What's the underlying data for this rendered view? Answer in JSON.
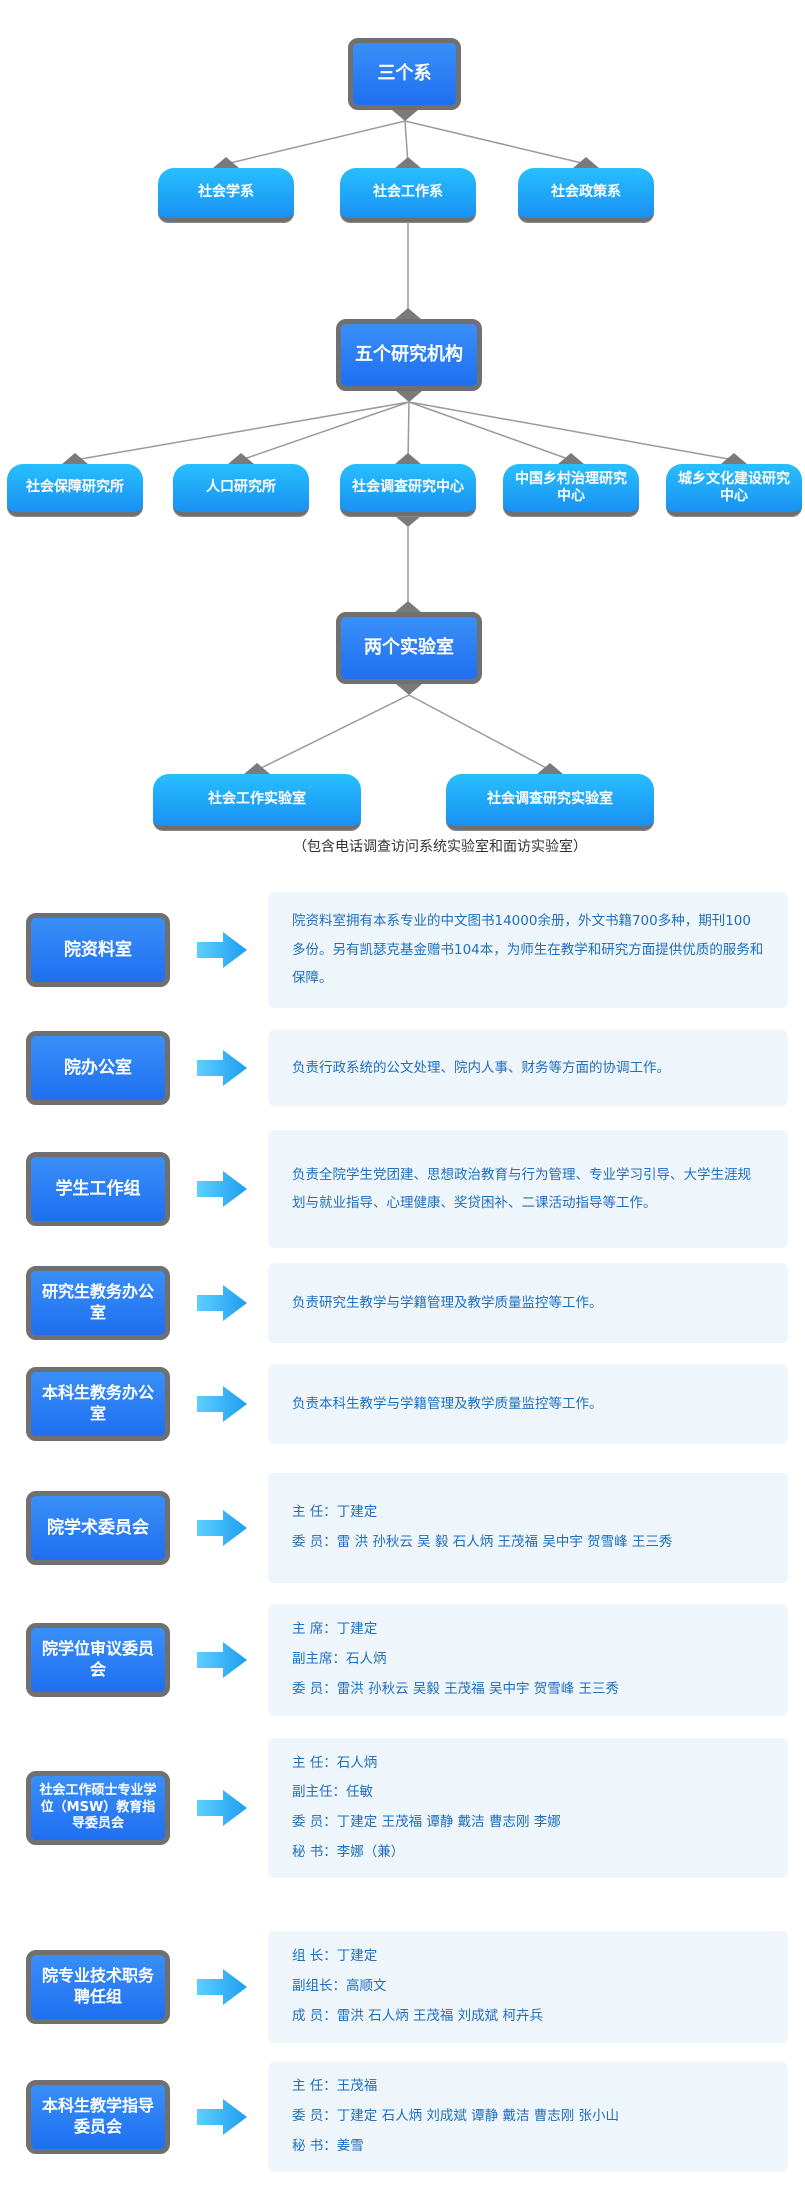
{
  "tree": {
    "level1": {
      "root": "三个系",
      "children": [
        "社会学系",
        "社会工作系",
        "社会政策系"
      ]
    },
    "level2": {
      "root": "五个研究机构",
      "children": [
        "社会保障研究所",
        "人口研究所",
        "社会调查研究中心",
        "中国乡村治理研究中心",
        "城乡文化建设研究中心"
      ]
    },
    "level3": {
      "root": "两个实验室",
      "children": [
        "社会工作实验室",
        "社会调查研究实验室"
      ],
      "note": "（包含电话调查访问系统实验室和面访实验室）"
    }
  },
  "units": [
    {
      "name": "院资料室",
      "lines": [
        "院资料室拥有本系专业的中文图书14000余册，外文书籍700多种，期刊100多份。另有凯瑟克基金赠书104本，为师生在教学和研究方面提供优质的服务和保障。"
      ]
    },
    {
      "name": "院办公室",
      "lines": [
        "负责行政系统的公文处理、院内人事、财务等方面的协调工作。"
      ]
    },
    {
      "name": "学生工作组",
      "lines": [
        "负责全院学生党团建、思想政治教育与行为管理、专业学习引导、大学生涯规划与就业指导、心理健康、奖贷困补、二课活动指导等工作。"
      ]
    },
    {
      "name": "研究生教务办公室",
      "lines": [
        "负责研究生教学与学籍管理及教学质量监控等工作。"
      ]
    },
    {
      "name": "本科生教务办公室",
      "lines": [
        "负责本科生教学与学籍管理及教学质量监控等工作。"
      ]
    },
    {
      "name": "院学术委员会",
      "lines": [
        "主  任：丁建定",
        "委  员：雷  洪   孙秋云   吴  毅   石人炳   王茂福   吴中宇   贺雪峰   王三秀"
      ]
    },
    {
      "name": "院学位审议委员会",
      "lines": [
        "主 席：丁建定",
        "副主席：石人炳",
        "委 员：雷洪  孙秋云  吴毅  王茂福  吴中宇  贺雪峰  王三秀"
      ]
    },
    {
      "name": "社会工作硕士专业学位（MSW）教育指导委员会",
      "lines": [
        "主  任：石人炳",
        "副主任：任敏",
        "委  员：丁建定  王茂福  谭静  戴洁  曹志刚  李娜",
        "秘  书：李娜（兼）"
      ]
    },
    {
      "name": "院专业技术职务聘任组",
      "lines": [
        "组  长：丁建定",
        "副组长：高顺文",
        "成  员：雷洪  石人炳  王茂福  刘成斌  柯卉兵"
      ]
    },
    {
      "name": "本科生教学指导委员会",
      "lines": [
        "主  任：王茂福",
        "委  员：丁建定  石人炳  刘成斌  谭静  戴洁  曹志刚  张小山",
        "秘  书：姜雪"
      ]
    }
  ]
}
